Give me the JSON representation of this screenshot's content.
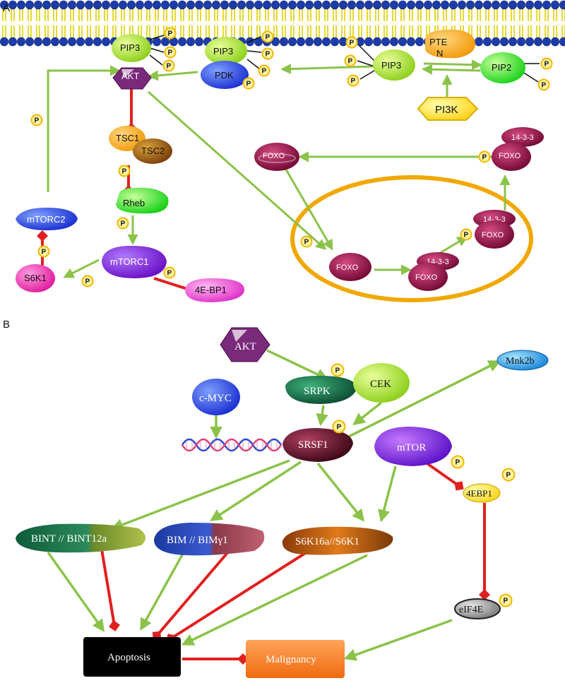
{
  "panels": {
    "a": "A",
    "b": "B"
  },
  "phospho": "P",
  "a": {
    "pip3_left": "PIP3",
    "akt": "AKT",
    "pip3_mid": "PIP3",
    "pdk": "PDK",
    "pip3_right": "PIP3",
    "pten_line1": "PTE",
    "pten_line2": "N",
    "pip2": "PIP2",
    "pi3k": "PI3K",
    "tsc1": "TSC1",
    "tsc2": "TSC2",
    "rheb": "Rheb",
    "mtorc2": "mTORC2",
    "mtorc1": "mTORC1",
    "s6k1": "S6K1",
    "bp1": "4E-BP1",
    "foxo": "FOXO",
    "p1433": "14-3-3"
  },
  "b": {
    "akt": "AKT",
    "srpk": "SRPK",
    "cek": "CEK",
    "mnk2b": "Mnk2b",
    "cmyc": "c-MYC",
    "srsf1": "SRSF1",
    "mtor": "mTOR",
    "ebp1": "4EBP1",
    "bint": "BINT // BINT12a",
    "bim": "BIM // BIMγ1",
    "s6k": "S6K16a//S6K1",
    "eif4e": "eIF4E",
    "apoptosis": "Apoptosis",
    "malignancy": "Malignancy"
  },
  "colors": {
    "activation": "#8bc34a",
    "inhibition": "#e0201f",
    "membrane_head": "#1a3aa8",
    "membrane_tail": "#f4e542",
    "nucleus": "#f0a800",
    "foxo": "#8a0a3c",
    "phospho_fill": "#fff3a0",
    "phospho_ring": "#f2b700"
  }
}
